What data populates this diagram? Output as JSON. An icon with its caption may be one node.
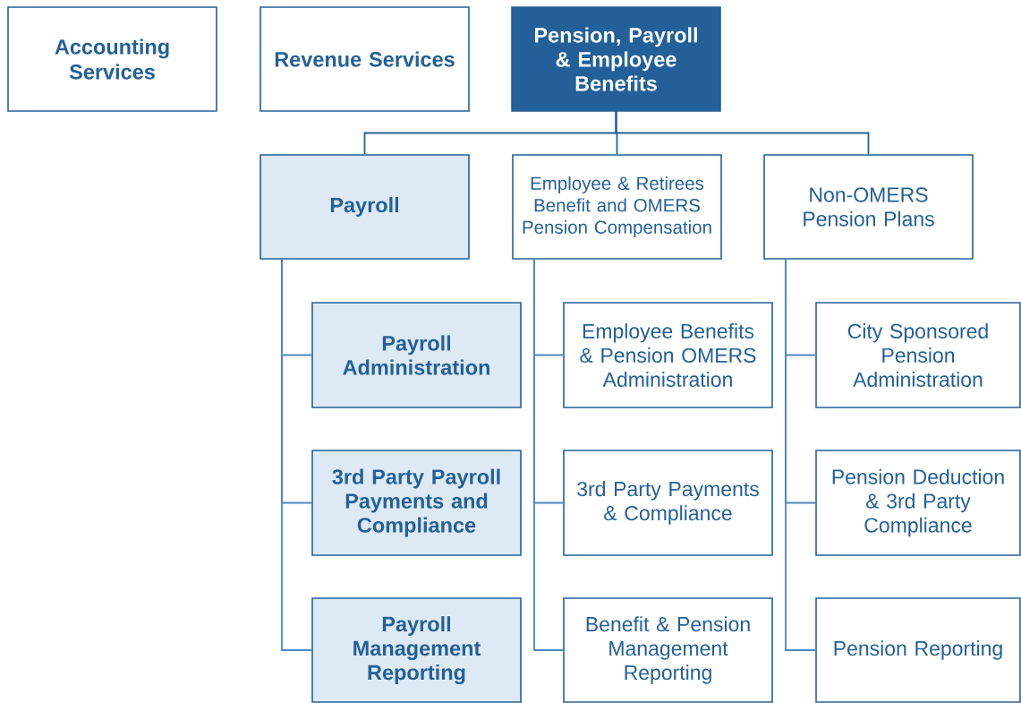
{
  "diagram": {
    "nodes": [
      {
        "text": [
          "Accounting Services"
        ]
      },
      {
        "text": [
          "Revenue Services"
        ]
      },
      {
        "text": [
          "Pension, Payroll & Employee Benefits"
        ]
      },
      {
        "text": [
          "Payroll"
        ]
      },
      {
        "text": [
          "Employee & Retirees Benefit and OMERS Pension Compensation"
        ]
      },
      {
        "text": [
          "Non-OMERS Pension Plans"
        ]
      },
      {
        "text": [
          "Payroll Administration"
        ]
      },
      {
        "text": [
          "3rd Party Payroll Payments and Compliance"
        ]
      },
      {
        "text": [
          "Payroll Management Reporting"
        ]
      },
      {
        "text": [
          "Employee Benefits & Pension OMERS Administration"
        ]
      },
      {
        "text": [
          "3rd Party Payments & Compliance"
        ]
      },
      {
        "text": [
          "Benefit & Pension Management Reporting"
        ]
      },
      {
        "text": [
          "City Sponsored Pension Administration"
        ]
      },
      {
        "text": [
          "Pension Deduction & 3rd Party Compliance"
        ]
      },
      {
        "text": [
          "Pension Reporting"
        ]
      }
    ],
    "edges": [
      {
        "from": 2,
        "to": 3,
        "arrow": "none"
      },
      {
        "from": 2,
        "to": 4,
        "arrow": "none"
      },
      {
        "from": 2,
        "to": 5,
        "arrow": "none"
      },
      {
        "from": 3,
        "to": 6,
        "arrow": "none"
      },
      {
        "from": 3,
        "to": 7,
        "arrow": "none"
      },
      {
        "from": 3,
        "to": 8,
        "arrow": "none"
      },
      {
        "from": 4,
        "to": 9,
        "arrow": "none"
      },
      {
        "from": 4,
        "to": 10,
        "arrow": "none"
      },
      {
        "from": 4,
        "to": 11,
        "arrow": "none"
      },
      {
        "from": 5,
        "to": 12,
        "arrow": "none"
      },
      {
        "from": 5,
        "to": 13,
        "arrow": "none"
      },
      {
        "from": 5,
        "to": 14,
        "arrow": "none"
      }
    ]
  }
}
